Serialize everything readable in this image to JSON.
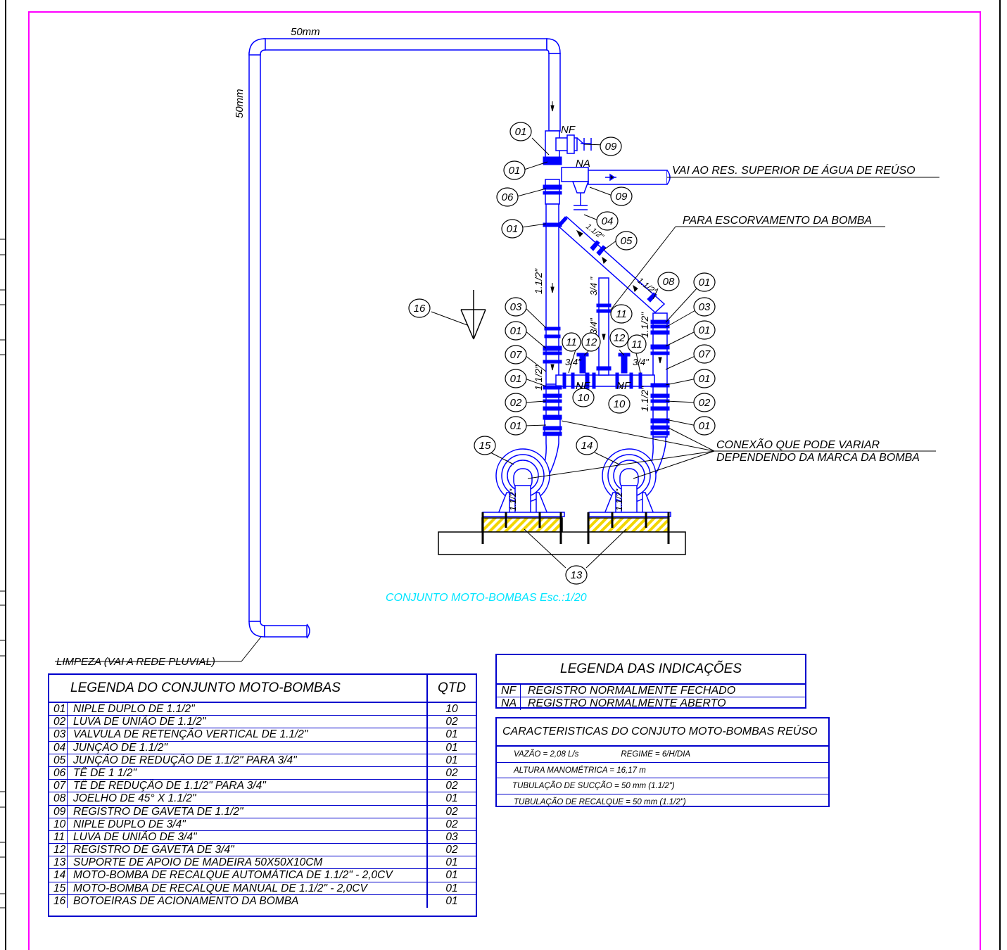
{
  "pipe_label_top": "50mm",
  "pipe_label_left": "50mm",
  "diagram_title": "CONJUNTO MOTO-BOMBAS Esc.:1/20",
  "notes": {
    "destination": "VAI AO RES. SUPERIOR DE ÁGUA DE REÚSO",
    "priming": "PARA ESCORVAMENTO DA BOMBA",
    "connection_line1": "CONEXÃO QUE PODE VARIAR",
    "connection_line2": "DEPENDENDO DA MARCA DA BOMBA",
    "cleaning": "LIMPEZA (VAI A REDE PLUVIAL)"
  },
  "valve_marks": {
    "nf": "NF",
    "na": "NA"
  },
  "size_labels": {
    "large": "1.1/2\"",
    "small": "3/4\"",
    "small_alt": "3/4 \""
  },
  "bubbles": {
    "b01": "01",
    "b02": "02",
    "b03": "03",
    "b04": "04",
    "b05": "05",
    "b06": "06",
    "b07": "07",
    "b08": "08",
    "b09": "09",
    "b10": "10",
    "b11": "11",
    "b12": "12",
    "b13": "13",
    "b14": "14",
    "b15": "15",
    "b16": "16"
  },
  "legend": {
    "title": "LEGENDA DO CONJUNTO MOTO-BOMBAS",
    "qty_header": "QTD",
    "rows": [
      {
        "n": "01",
        "desc": "NIPLE DUPLO DE 1.1/2\"",
        "qty": "10"
      },
      {
        "n": "02",
        "desc": "LUVA DE UNIÃO DE 1.1/2\"",
        "qty": "02"
      },
      {
        "n": "03",
        "desc": "VALVULA DE RETENÇÃO VERTICAL DE 1.1/2\"",
        "qty": "01"
      },
      {
        "n": "04",
        "desc": "JUNÇÃO DE 1.1/2\"",
        "qty": "01"
      },
      {
        "n": "05",
        "desc": "JUNÇÃO DE REDUÇÃO DE 1.1/2\" PARA 3/4\"",
        "qty": "01"
      },
      {
        "n": "06",
        "desc": "TÊ DE 1 1/2\"",
        "qty": "02"
      },
      {
        "n": "07",
        "desc": "TÊ DE REDUÇÃO DE 1.1/2\" PARA 3/4\"",
        "qty": "02"
      },
      {
        "n": "08",
        "desc": "JOELHO DE 45° X 1.1/2\"",
        "qty": "01"
      },
      {
        "n": "09",
        "desc": "REGISTRO DE GAVETA DE 1.1/2\"",
        "qty": "02"
      },
      {
        "n": "10",
        "desc": "NIPLE DUPLO DE 3/4\"",
        "qty": "02"
      },
      {
        "n": "11",
        "desc": "LUVA DE UNIÃO DE 3/4\"",
        "qty": "03"
      },
      {
        "n": "12",
        "desc": "REGISTRO DE GAVETA DE 3/4\"",
        "qty": "02"
      },
      {
        "n": "13",
        "desc": "SUPORTE DE APOIO DE MADEIRA 50X50X10CM",
        "qty": "01"
      },
      {
        "n": "14",
        "desc": "MOTO-BOMBA DE RECALQUE AUTOMÁTICA DE 1.1/2\" - 2,0CV",
        "qty": "01"
      },
      {
        "n": "15",
        "desc": "MOTO-BOMBA DE RECALQUE MANUAL DE 1.1/2\" - 2,0CV",
        "qty": "01"
      },
      {
        "n": "16",
        "desc": "BOTOEIRAS DE ACIONAMENTO DA BOMBA",
        "qty": "01"
      }
    ]
  },
  "indications": {
    "title": "LEGENDA DAS INDICAÇÕES",
    "rows": [
      {
        "code": "NF",
        "desc": "REGISTRO NORMALMENTE FECHADO"
      },
      {
        "code": "NA",
        "desc": "REGISTRO NORMALMENTE ABERTO"
      }
    ]
  },
  "characteristics": {
    "title": "CARACTERISTICAS DO CONJUTO MOTO-BOMBAS REÚSO",
    "flow": "VAZÃO = 2,08 L/s",
    "regime": "REGIME = 6/H/DIA",
    "head": "ALTURA MANOMÉTRICA = 16,17 m",
    "suction": "TUBULAÇÃO DE SUCÇÃO = 50 mm (1.1/2\")",
    "discharge": "TUBULAÇÃO  DE RECALQUE = 50 mm (1.1/2\")"
  },
  "colors": {
    "pipe": "#0000ff",
    "frame": "#ff00ff",
    "title": "#00e5ff",
    "line": "#000000",
    "hatch": "#ffe600"
  }
}
